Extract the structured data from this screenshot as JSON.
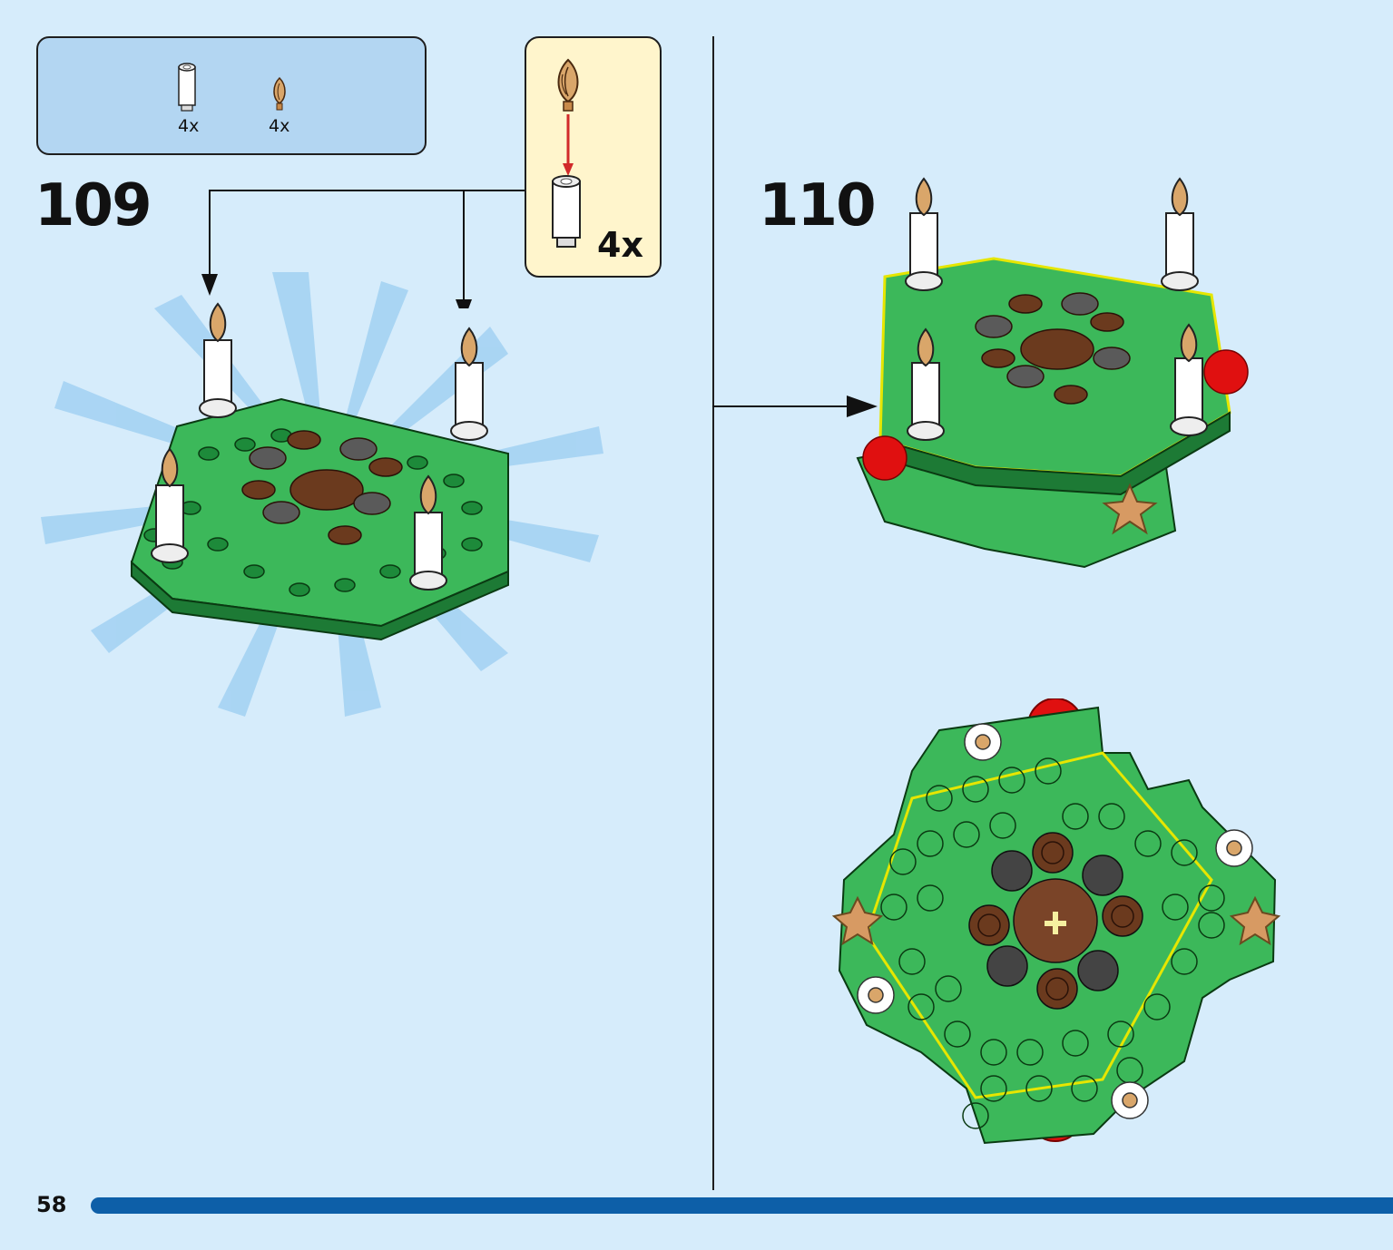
{
  "parts_list": {
    "items": [
      {
        "icon": "white-round-brick-icon",
        "quantity": "4x"
      },
      {
        "icon": "flame-piece-icon",
        "quantity": "4x"
      }
    ]
  },
  "sub_assembly": {
    "quantity": "4x"
  },
  "steps": [
    {
      "number": "109"
    },
    {
      "number": "110"
    }
  ],
  "page": {
    "number": "58"
  },
  "colors": {
    "background": "#d6ecfb",
    "parts_box": "#b3d6f2",
    "sub_box": "#fff5cc",
    "green": "#3cb85a",
    "dark_green": "#1d7a35",
    "brown": "#6b3a1e",
    "gray": "#5a5a5a",
    "red": "#e01010",
    "progress_bar": "#0d5fa8"
  }
}
